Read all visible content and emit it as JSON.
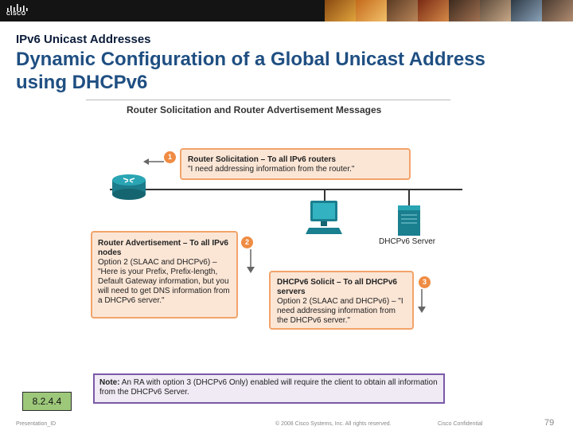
{
  "header": {
    "brand": "CISCO"
  },
  "slide": {
    "subtitle": "IPv6 Unicast Addresses",
    "title": "Dynamic Configuration of a Global Unicast Address using DHCPv6"
  },
  "figure": {
    "title": "Router Solicitation and Router Advertisement Messages",
    "server_label": "DHCPv6 Server",
    "callouts": [
      {
        "number": "1",
        "heading": "Router Solicitation – To all IPv6 routers",
        "body": "\"I need addressing information from the router.\""
      },
      {
        "number": "2",
        "heading": "Router Advertisement – To all IPv6 nodes",
        "body": "Option 2 (SLAAC and DHCPv6) – \"Here is your Prefix, Prefix-length, Default Gateway information, but you will need to get DNS information from a DHCPv6 server.\""
      },
      {
        "number": "3",
        "heading": "DHCPv6 Solicit – To all DHCPv6 servers",
        "body": "Option 2 (SLAAC and DHCPv6) – \"I need addressing information from the DHCPv6 server.\""
      }
    ]
  },
  "note": {
    "label": "Note:",
    "text": " An RA with option 3 (DHCPv6 Only) enabled will require the client to obtain all information from the DHCPv6 Server."
  },
  "section_ref": "8.2.4.4",
  "footer": {
    "presentation_id": "Presentation_ID",
    "copyright": "© 2008 Cisco Systems, Inc. All rights reserved.",
    "classification": "Cisco Confidential",
    "page_number": "79"
  },
  "colors": {
    "callout_fill": "#fbe6d6",
    "callout_border": "#f2a36a",
    "badge": "#ef8c43",
    "note_border": "#7a59a8",
    "title": "#1f4f82"
  }
}
